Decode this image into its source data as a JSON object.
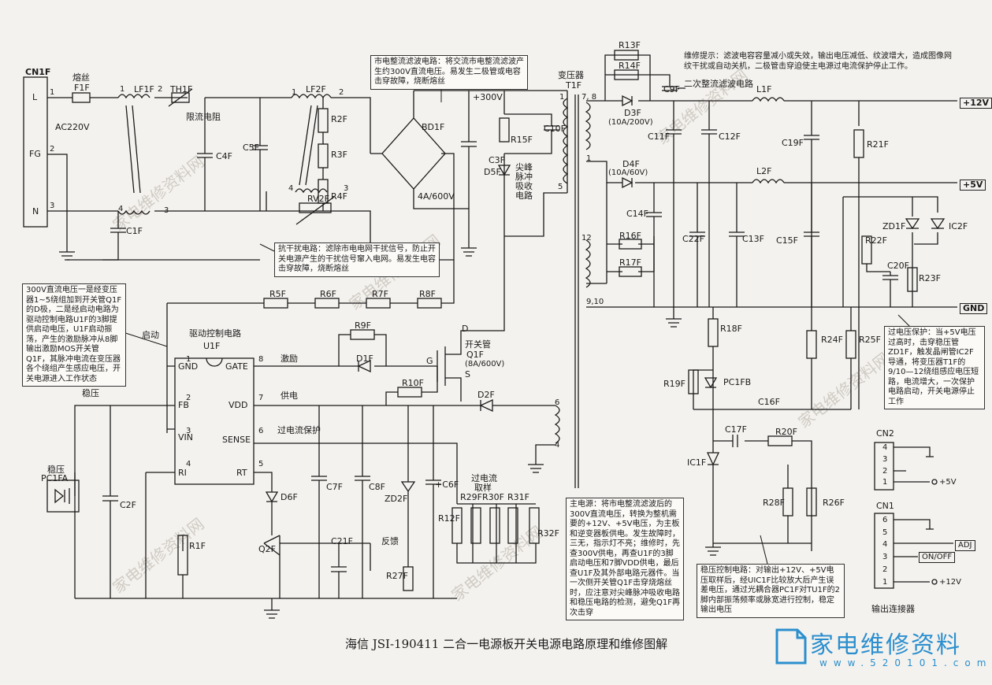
{
  "caption": "海信 JSI-190411 二合一电源板开关电源电路原理和维修图解",
  "watermark": "家电维修资料网",
  "logo": {
    "text": "家电维修资料",
    "url": "www.520101.com"
  },
  "input": {
    "connector": "CN1F",
    "pin_L": "L",
    "pin_FG": "FG",
    "pin_N": "N",
    "pin1": "1",
    "pin2": "2",
    "pin3": "3",
    "mains": "AC220V",
    "fuse_title": "熔丝",
    "fuse": "F1F"
  },
  "emi": {
    "lf1": "LF1F",
    "th": "TH1F",
    "th_note": "限流电阻",
    "c4": "C4F",
    "c5": "C5F",
    "r2": "R2F",
    "r3": "R3F",
    "r4": "R4F",
    "lf2": "LF2F",
    "rv": "RV2F",
    "c1": "C1F",
    "n1": "1",
    "n2": "2",
    "n3": "3",
    "n4": "4"
  },
  "rectifier": {
    "bd": "BD1F",
    "rating": "4A/600V",
    "v300": "+300V"
  },
  "snubber": {
    "r15": "R15F",
    "c10": "C10F",
    "c3": "C3F",
    "d5": "D5F",
    "label": "尖峰\n脉冲\n吸收\n电路"
  },
  "transformer": {
    "title": "变压器",
    "name": "T1F",
    "p1": "1",
    "p78": "7, 8",
    "p5": "5",
    "p_1": "1",
    "p12": "12",
    "p910": "9,10",
    "p6": "6",
    "p4": "4"
  },
  "secondary": {
    "r13": "R13F",
    "r14": "R14F",
    "c9": "C9F",
    "d3": "D3F",
    "d3r": "(10A/200V)",
    "d4": "D4F",
    "d4r": "(10A/60V)",
    "l1": "L1F",
    "l2": "L2F",
    "c11": "C11F",
    "c12": "C12F",
    "c19": "C19F",
    "c14": "C14F",
    "c22": "C22F",
    "c13": "C13F",
    "c15": "C15F",
    "r16": "R16F",
    "r17": "R17F",
    "r21": "R21F",
    "r22": "R22F",
    "c20": "C20F",
    "r23": "R23F",
    "zd1": "ZD1F",
    "ic2": "IC2F",
    "title": "二次整流滤波电路",
    "out12": "+12V",
    "out5": "+5V",
    "gnd": "GND"
  },
  "feedback": {
    "r18": "R18F",
    "r19": "R19F",
    "pc1fb": "PC1FB",
    "r24": "R24F",
    "r25": "R25F",
    "c16": "C16F",
    "c17": "C17F",
    "r20": "R20F",
    "ic1": "IC1F",
    "r28": "R28F",
    "r26": "R26F"
  },
  "controller": {
    "title": "驱动控制电路",
    "name": "U1F",
    "gnd": "GND",
    "fb": "FB",
    "vin": "VIN",
    "ri": "RI",
    "gate": "GATE",
    "vdd": "VDD",
    "sense": "SENSE",
    "rt": "RT",
    "p1": "1",
    "p2": "2",
    "p3": "3",
    "p4": "4",
    "p5": "5",
    "p6": "6",
    "p7": "7",
    "p8": "8",
    "start": "启动",
    "drive": "激励",
    "supply": "供电",
    "ocp": "过电流保护",
    "fbk": "反馈",
    "reg": "稳压"
  },
  "primary": {
    "r5": "R5F",
    "r6": "R6F",
    "r7": "R7F",
    "r8": "R8F",
    "r9": "R9F",
    "d1": "D1F",
    "r10": "R10F",
    "q1_title": "开关管",
    "q1": "Q1F",
    "q1r": "(8A/600V)",
    "d": "D",
    "g": "G",
    "s": "S",
    "d2": "D2F",
    "pc1fa_title": "稳压",
    "pc1fa": "PC1FA",
    "c2": "C2F",
    "r1": "R1F",
    "c7": "C7F",
    "c8": "C8F",
    "zd2": "ZD2F",
    "c6": "+C6F",
    "d6": "D6F",
    "q2": "Q2F",
    "c21": "C21F",
    "r27": "R27F",
    "r12": "R12F",
    "sense_title": "过电流",
    "sense_title2": "取样",
    "r29": "R29F",
    "r30": "R30F",
    "r31": "R31F",
    "r32": "R32F"
  },
  "connectors": {
    "cn2": "CN2",
    "cn1": "CN1",
    "out_title": "输出连接器",
    "cn2_pins": [
      "4",
      "3",
      "2",
      "1"
    ],
    "cn1_pins": [
      "6",
      "5",
      "4",
      "3",
      "2",
      "1"
    ],
    "p5v": "+5V",
    "adj": "ADJ",
    "onoff": "ON/OFF",
    "p12v": "+12V"
  },
  "notes": {
    "rect": "市电整流滤波电路：将交流市电整流滤波产生约300V直流电压。易发生二极管或电容击穿故障，烧断熔丝",
    "emi": "抗干扰电路：滤除市电电网干扰信号，防止开关电源产生的干扰信号窜入电网。易发生电容击穿故障，烧断熔丝",
    "start": "300V直流电压一是经变压器1~5绕组加到开关管Q1F的D极，二是经启动电路为驱动控制电路U1F的3脚提供启动电压，U1F启动振荡，产生的激励脉冲从8脚输出激励MOS开关管Q1F，其脉冲电流在变压器各个绕组产生感应电压，开关电源进入工作状态",
    "repair": "维修提示：滤波电容容量减小或失效，输出电压减低、纹波增大，造成图像网纹干扰或自动关机，二极管击穿迫使主电源过电流保护停止工作。",
    "ovp": "过电压保护：当+5V电压过高时，击穿稳压管ZD1F，触发晶闸管IC2F导通，将变压器T1F的9/10—12绕组感应电压短路，电流增大，一次保护电路启动，开关电源停止工作",
    "main": "主电源：将市电整流滤波后的300V直流电压，转换为整机需要的+12V、+5V电压，为主板和逆变器板供电。发生故障时，三无，指示灯不亮；维修时，先查300V供电，再查U1F的3脚启动电压和7脚VDD供电，最后查U1F及其外部电路元器件。当一次侧开关管Q1F击穿烧熔丝时，应注意对尖峰脉冲吸收电路和稳压电路的检测，避免Q1F再次击穿",
    "reg": "稳压控制电路：对输出+12V、+5V电压取样后，经UIC1F比较放大后产生误差电压，通过光耦合器PC1F对TU1F的2脚内部振荡频率或脉宽进行控制，稳定输出电压"
  }
}
